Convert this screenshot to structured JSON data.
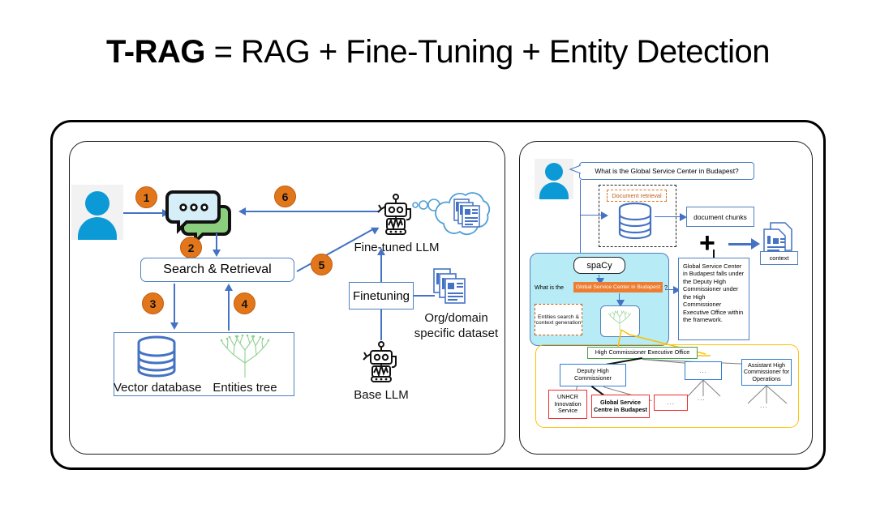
{
  "title": {
    "bold_part": "T-RAG",
    "rest": " = RAG + Fine-Tuning + Entity Detection"
  },
  "colors": {
    "accent_orange": "#e2761b",
    "entity_highlight": "#ed7d31",
    "arrow_blue": "#4472c4",
    "box_blue": "#4f81bd",
    "panel_cyan": "#b7ebf5",
    "tree_region_yellow": "#ffc000",
    "node_green": "#43a047",
    "node_blue": "#2f7fd1",
    "node_red": "#ef2b2b",
    "avatar_blue": "#0c9ad6",
    "chat_bubble_front": "#d6eef8",
    "chat_bubble_back": "#8bcf7e"
  },
  "left_panel": {
    "steps": [
      "1",
      "2",
      "3",
      "4",
      "5",
      "6"
    ],
    "icons": {
      "user": "user-avatar-icon",
      "chat": "chat-bubbles-icon",
      "database": "database-cylinder-icon",
      "tree": "entities-tree-icon",
      "robot_finetuned": "robot-icon",
      "robot_base": "robot-icon",
      "thought_cloud": "thought-cloud-documents-icon",
      "documents": "document-stack-icon"
    },
    "search_retrieval_label": "Search & Retrieval",
    "vector_database_label": "Vector database",
    "entities_tree_label": "Entities tree",
    "fine_tuned_llm_label": "Fine-tuned LLM",
    "finetuning_label": "Finetuning",
    "base_llm_label": "Base LLM",
    "dataset_label_line1": "Org/domain",
    "dataset_label_line2": "specific dataset"
  },
  "right_panel": {
    "question": "What is the Global Service Center in Budapest?",
    "document_retrieval_label": "Document retrieval",
    "document_chunks_label": "document chunks",
    "plus_symbol": "+",
    "context_label": "context",
    "spacy_label": "spaCy",
    "entity_prefix": "What is the",
    "entity_highlighted": "Global Service Center in Budapest",
    "entity_suffix": "?",
    "entities_search_label": "Entities search & context generation",
    "answer": "Global Service Center in Budapest falls under the Deputy High Commissioner under the High Commissioner Executive Office within the framework.",
    "tree": {
      "root": "High Commissioner Executive Office",
      "level2": [
        "Deputy High Commissioner",
        "...",
        "Assistant High Commissioner for Operations"
      ],
      "level3_left": [
        "UNHCR Innovation Service",
        "Global Service Centre in Budapest",
        "..."
      ],
      "level3_middle": "...",
      "level3_right": "..."
    }
  }
}
